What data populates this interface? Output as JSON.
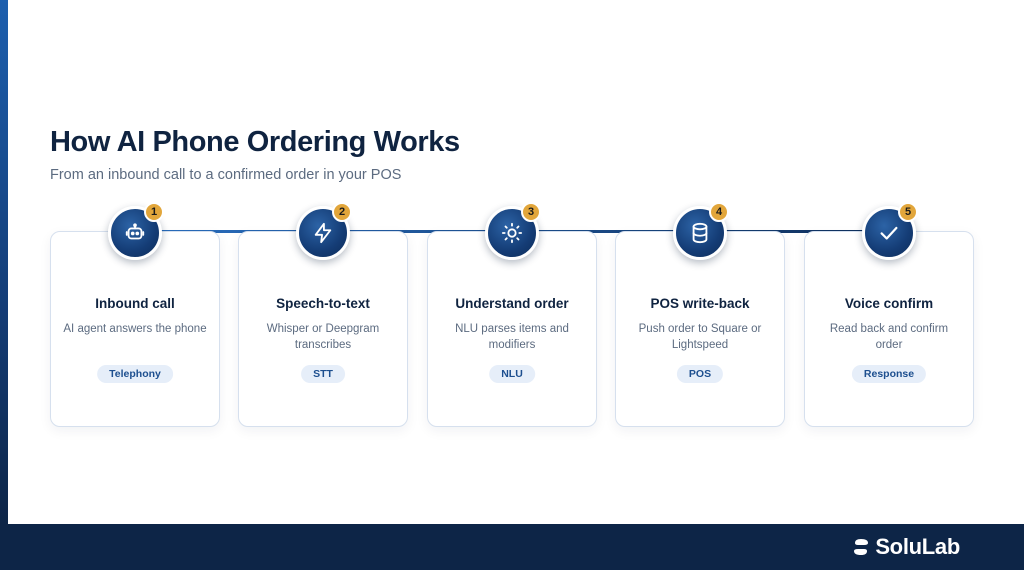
{
  "header": {
    "title": "How AI Phone Ordering Works",
    "subtitle": "From an inbound call to a confirmed order in your POS"
  },
  "steps": [
    {
      "number": "1",
      "icon": "robot-icon",
      "title": "Inbound call",
      "description": "AI agent answers the phone",
      "tag": "Telephony"
    },
    {
      "number": "2",
      "icon": "lightning-icon",
      "title": "Speech-to-text",
      "description": "Whisper or Deepgram transcribes",
      "tag": "STT"
    },
    {
      "number": "3",
      "icon": "sun-icon",
      "title": "Understand order",
      "description": "NLU parses items and modifiers",
      "tag": "NLU"
    },
    {
      "number": "4",
      "icon": "database-icon",
      "title": "POS write-back",
      "description": "Push order to Square or Lightspeed",
      "tag": "POS"
    },
    {
      "number": "5",
      "icon": "check-icon",
      "title": "Voice confirm",
      "description": "Read back and confirm order",
      "tag": "Response"
    }
  ],
  "footer": {
    "brand": "SoluLab"
  },
  "colors": {
    "navy": "#0d2547",
    "accent_blue": "#2a6fc0",
    "badge_gold": "#e2a63b",
    "tag_bg": "#e6eef9"
  }
}
